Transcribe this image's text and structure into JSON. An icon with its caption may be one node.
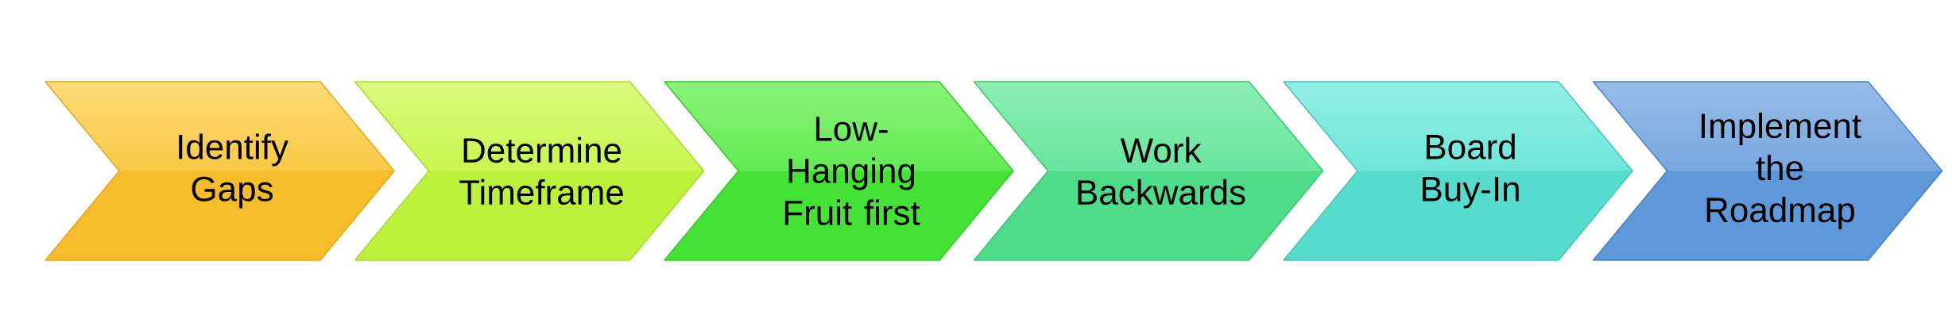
{
  "diagram": {
    "nodes": [
      {
        "text": [
          "Identify Gaps"
        ]
      },
      {
        "text": [
          "Determine Timeframe"
        ]
      },
      {
        "text": [
          "Low-Hanging Fruit first"
        ]
      },
      {
        "text": [
          "Work Backwards"
        ]
      },
      {
        "text": [
          "Board Buy-In"
        ]
      },
      {
        "text": [
          "Implement the Roadmap"
        ]
      }
    ]
  }
}
